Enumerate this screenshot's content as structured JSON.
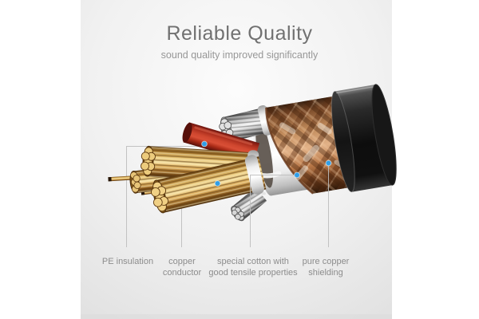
{
  "header": {
    "title": "Reliable Quality",
    "subtitle": "sound quality improved significantly"
  },
  "callouts": [
    {
      "id": "pe-insulation",
      "label": "PE insulation",
      "lines": [
        "PE insulation",
        ""
      ]
    },
    {
      "id": "copper-conductor",
      "label": "copper conductor",
      "lines": [
        "copper",
        "conductor"
      ]
    },
    {
      "id": "special-cotton",
      "label": "special cotton with good tensile properties",
      "lines": [
        "special cotton with",
        "good tensile properties"
      ]
    },
    {
      "id": "pure-copper-shielding",
      "label": "pure copper shielding",
      "lines": [
        "pure copper",
        "shielding"
      ]
    }
  ],
  "colors": {
    "marker_dot": "#2f9ee8",
    "leader_line": "#c2c2c2",
    "title_text": "#717171",
    "subtitle_text": "#979797",
    "label_text": "#8c8c8c",
    "jacket_black": "#1a1a1a",
    "shield_copper": "#c98a58",
    "cotton_white": "#f5f5f5",
    "pe_red": "#c23b27",
    "conductor_gold": "#e3bd6b"
  }
}
